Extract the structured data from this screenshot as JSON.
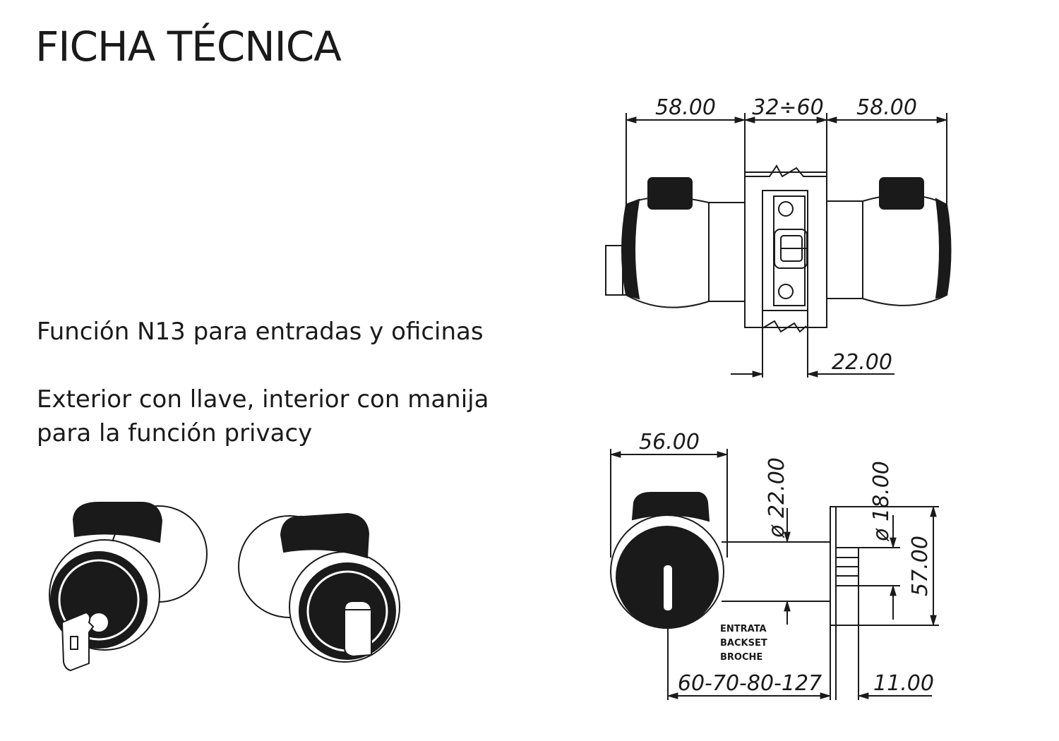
{
  "sheet": {
    "title": "FICHA TÉCNICA",
    "description_line1": "Función N13 para entradas y oficinas",
    "description_line2": "Exterior con llave, interior con manija para la función privacy"
  },
  "top_view": {
    "dim_left": "58.00",
    "dim_center": "32÷60",
    "dim_right": "58.00",
    "dim_latch": "22.00"
  },
  "side_view": {
    "dim_knob": "56.00",
    "dim_hole": "ø 22.00",
    "dim_rose": "ø 18.00",
    "dim_plate": "57.00",
    "backset_labels": [
      "ENTRATA",
      "BACKSET",
      "BROCHE"
    ],
    "dim_backset": "60-70-80-127",
    "dim_plate_thickness": "11.00"
  },
  "colors": {
    "ink": "#1a1a1a",
    "background": "#ffffff"
  }
}
